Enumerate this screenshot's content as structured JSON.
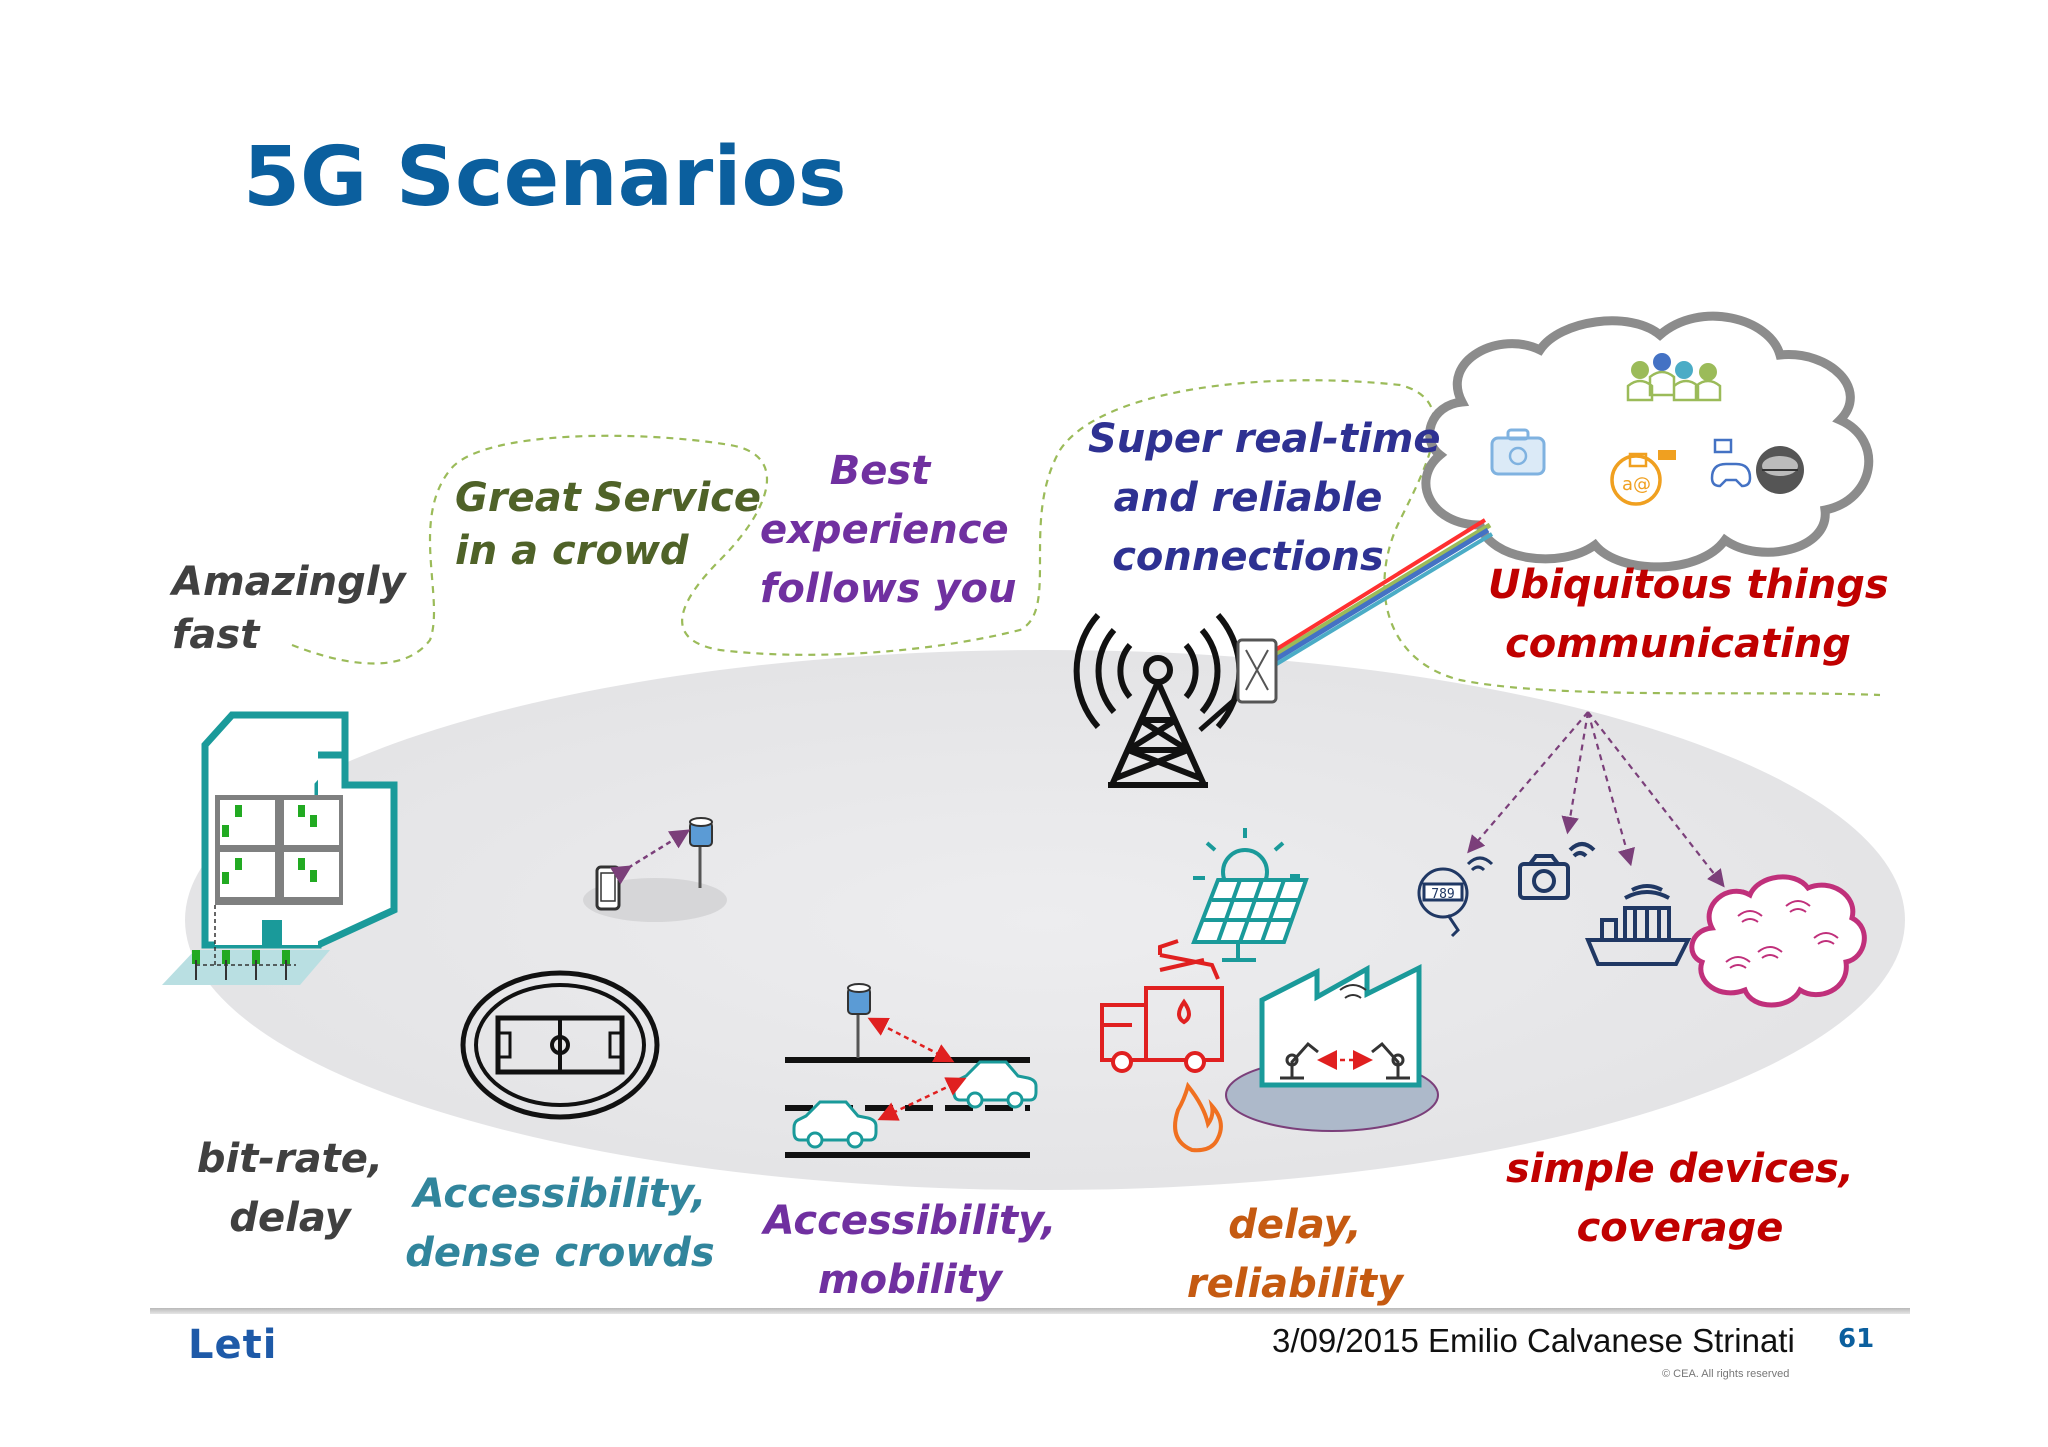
{
  "title": "5G Scenarios",
  "labels": {
    "amazingly_fast": [
      "Amazingly",
      "fast"
    ],
    "great_service": [
      "Great Service",
      "in a crowd"
    ],
    "best_experience": [
      "Best",
      "experience",
      "follows you"
    ],
    "super_realtime": [
      "Super real-time",
      "and reliable",
      "connections"
    ],
    "ubiquitous": [
      "Ubiquitous things",
      "communicating"
    ]
  },
  "requirements": {
    "bitrate_delay": [
      "bit-rate,",
      "delay"
    ],
    "dense_crowds": [
      "Accessibility,",
      "dense crowds"
    ],
    "mobility": [
      "Accessibility,",
      "mobility"
    ],
    "delay_reliability": [
      "delay,",
      "reliability"
    ],
    "simple_devices": [
      "simple devices,",
      "coverage"
    ]
  },
  "meter_digits": "789",
  "footer": {
    "text": "3/09/2015 Emilio Calvanese Strinati",
    "page": "61",
    "copyright": "© CEA. All rights reserved",
    "logo": "Leti"
  },
  "colors": {
    "title": "#0b5f9e",
    "gray_text": "#404040",
    "olive": "#4f6228",
    "purple": "#7030a0",
    "navy": "#2e3192",
    "red": "#c00000",
    "teal": "#31859c",
    "orange": "#c55a11",
    "building": "#1a9a9a",
    "ellipse": "#e8e8ea"
  },
  "icons": [
    "building-icon",
    "phone-icon",
    "small-cell-icon",
    "stadium-icon",
    "road-icon",
    "car-icon",
    "cell-tower-icon",
    "antenna-panel-icon",
    "cloud-icon",
    "solar-panel-icon",
    "fire-truck-icon",
    "fire-icon",
    "factory-icon",
    "robot-arm-icon",
    "smart-meter-icon",
    "camera-icon",
    "ship-icon",
    "iot-cloud-icon",
    "people-icon",
    "gamepad-icon",
    "globe-icon"
  ]
}
